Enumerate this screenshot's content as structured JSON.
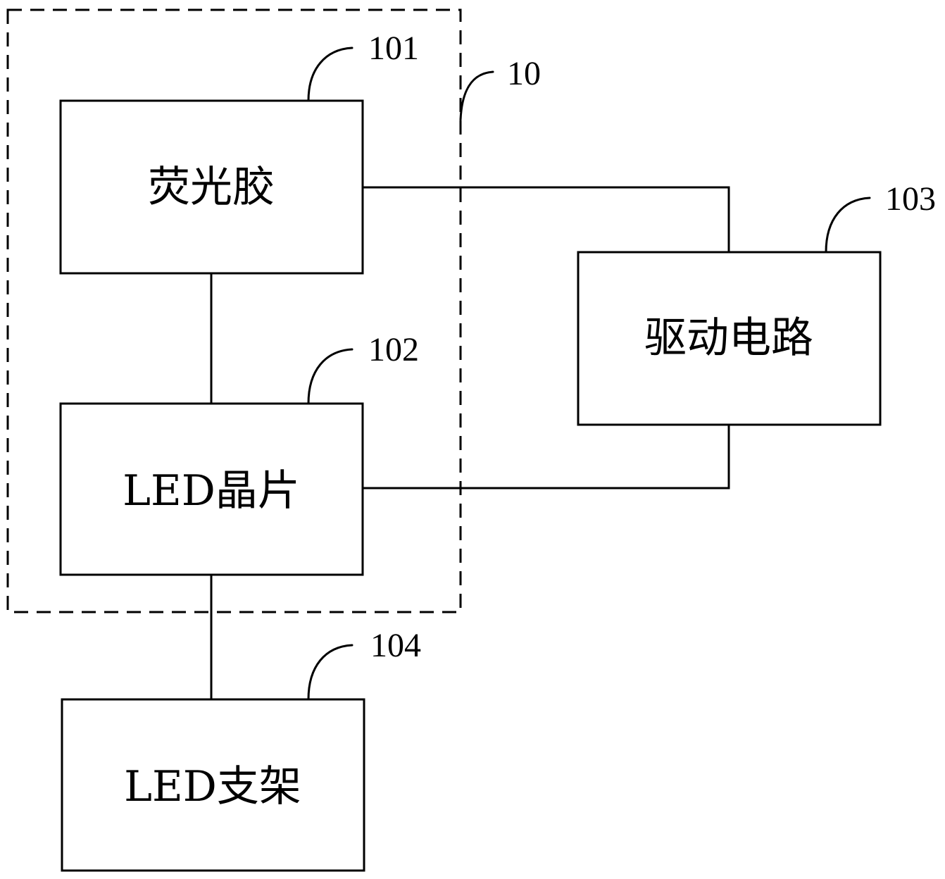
{
  "group": {
    "ref": "10"
  },
  "blocks": {
    "phosphor": {
      "label": "荧光胶",
      "ref": "101"
    },
    "led_chip": {
      "label": "LED晶片",
      "ref": "102"
    },
    "driver": {
      "label": "驱动电路",
      "ref": "103"
    },
    "led_bracket": {
      "label": "LED支架",
      "ref": "104"
    }
  }
}
